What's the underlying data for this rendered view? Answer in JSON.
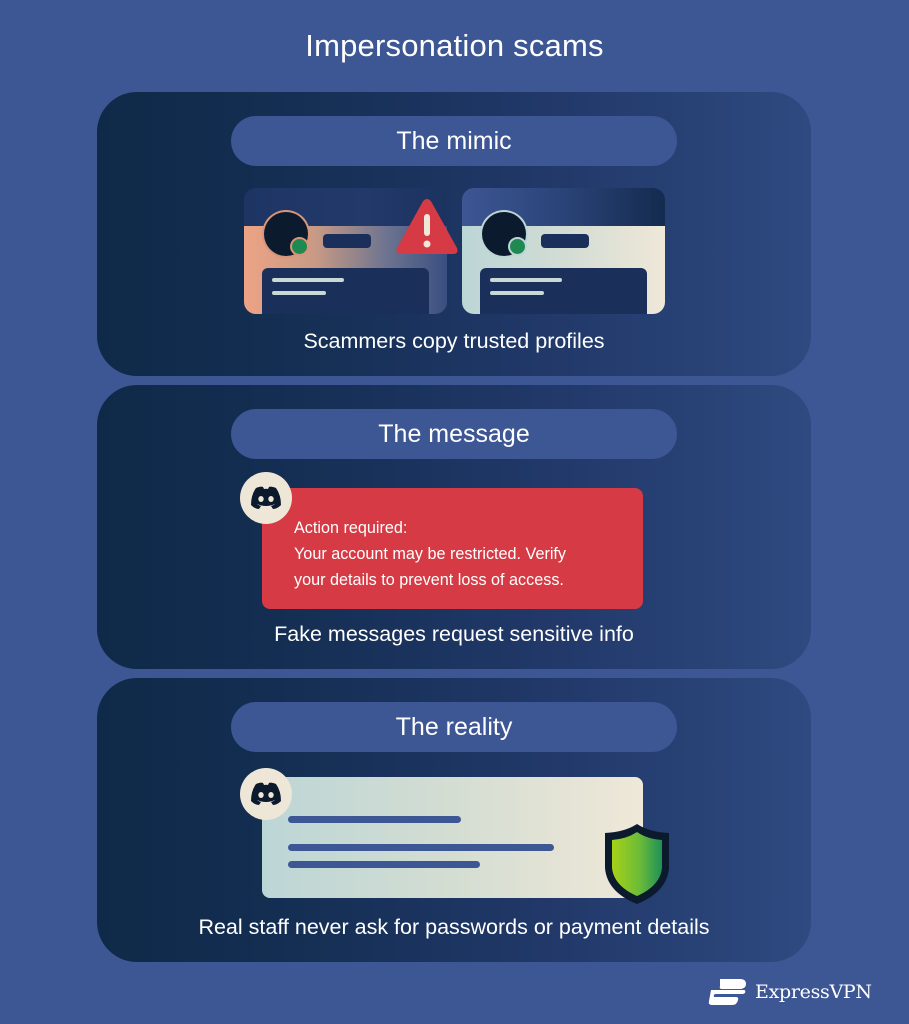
{
  "title": "Impersonation scams",
  "colors": {
    "background": "#3d5694",
    "panel_dark": "#0f2948",
    "panel_light": "#2e4a80",
    "alert_red": "#d63a44",
    "status_green": "#1e8a52",
    "peach": "#eda385",
    "cream": "#efe8d8",
    "shield_green": "#8cc62a"
  },
  "sections": [
    {
      "heading": "The mimic",
      "caption": "Scammers copy trusted profiles",
      "illustration": {
        "left_card": "fake-profile-card",
        "warning_icon": "warning-triangle-icon",
        "right_card": "real-profile-card"
      }
    },
    {
      "heading": "The message",
      "caption": "Fake messages request sensitive info",
      "message": {
        "sender_icon": "discord-icon",
        "line1": "Action required:",
        "line2": "Your account may be restricted. Verify",
        "line3": "your details to prevent loss of access."
      }
    },
    {
      "heading": "The reality",
      "caption": "Real staff never ask for passwords or payment details",
      "illustration": {
        "sender_icon": "discord-icon",
        "badge_icon": "shield-icon"
      }
    }
  ],
  "brand": {
    "name": "ExpressVPN",
    "logo_icon": "expressvpn-logo-icon"
  }
}
